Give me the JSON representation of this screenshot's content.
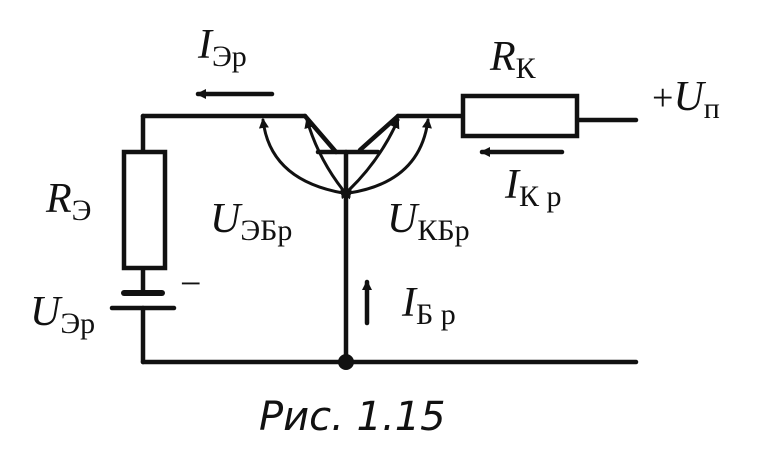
{
  "labels": {
    "i_emitter": {
      "main": "I",
      "sub": "Эр"
    },
    "r_collector": {
      "main": "R",
      "sub": "К"
    },
    "u_supply": {
      "prefix": "+",
      "main": "U",
      "sub": "п"
    },
    "r_emitter": {
      "main": "R",
      "sub": "Э"
    },
    "u_eb": {
      "main": "U",
      "sub": "ЭБр"
    },
    "u_kb": {
      "main": "U",
      "sub": "КБр"
    },
    "i_collector": {
      "main": "I",
      "sub": "К р"
    },
    "u_emitter_source": {
      "main": "U",
      "sub": "Эр"
    },
    "minus_sign": "−",
    "i_base": {
      "main": "I",
      "sub": "Б р"
    }
  },
  "caption": "Рис. 1.15"
}
